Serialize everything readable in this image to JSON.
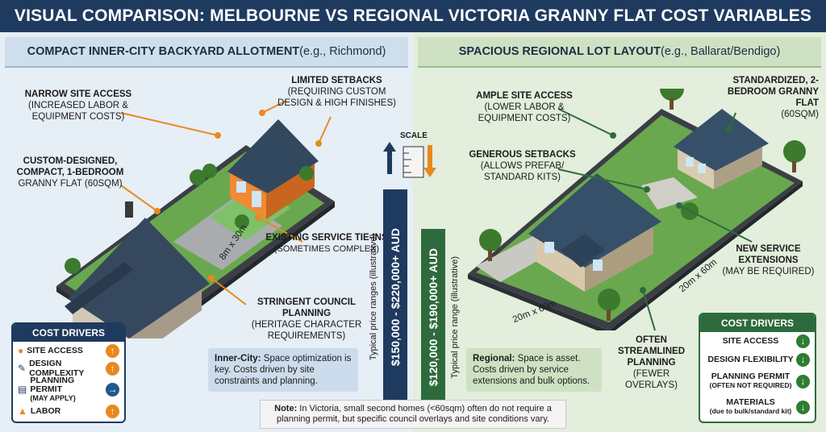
{
  "title": "VISUAL COMPARISON: MELBOURNE VS REGIONAL VICTORIA GRANNY FLAT COST VARIABLES",
  "left": {
    "heading_bold": "COMPACT INNER-CITY BACKYARD ALLOTMENT",
    "heading_rest": " (e.g., Richmond)",
    "callouts": {
      "site_access_title": "NARROW SITE ACCESS",
      "site_access_desc": "(INCREASED LABOR & EQUIPMENT COSTS)",
      "setbacks_title": "LIMITED SETBACKS",
      "setbacks_desc": "(REQUIRING CUSTOM DESIGN & HIGH FINISHES)",
      "custom_title": "CUSTOM-DESIGNED, COMPACT, 1-BEDROOM",
      "custom_desc": "GRANNY FLAT (60sqm)",
      "service_title": "EXISTING SERVICE TIE-INS",
      "service_desc": "(SOMETIMES COMPLEX)",
      "council_title": "STRINGENT COUNCIL PLANNING",
      "council_desc": "(HERITAGE CHARACTER REQUIREMENTS)"
    },
    "dimension": "8m x 30m",
    "drivers": {
      "title": "COST DRIVERS",
      "items": [
        {
          "label": "SITE ACCESS"
        },
        {
          "label": "DESIGN COMPLEXITY"
        },
        {
          "label": "PLANNING PERMIT",
          "sub": "(MAY APPLY)"
        },
        {
          "label": "LABOR"
        }
      ]
    },
    "summary_bold": "Inner-City:",
    "summary_text": " Space optimization is key. Costs driven by site constraints and planning.",
    "price_caption": "Typical price ranges (illustrative)",
    "price": "$150,000 - $220,000+ AUD"
  },
  "right": {
    "heading_bold": "SPACIOUS REGIONAL LOT LAYOUT",
    "heading_rest": " (e.g., Ballarat/Bendigo)",
    "callouts": {
      "site_access_title": "AMPLE SITE ACCESS",
      "site_access_desc": "(LOWER LABOR & EQUIPMENT COSTS)",
      "setbacks_title": "GENEROUS SETBACKS",
      "setbacks_desc": "(ALLOWS PREFAB/ STANDARD KITS)",
      "standard_title": "STANDARDIZED, 2-BEDROOM GRANNY FLAT",
      "standard_desc": "(60sqm)",
      "service_title": "NEW SERVICE EXTENSIONS",
      "service_desc": "(MAY BE REQUIRED)",
      "planning_title": "OFTEN STREAMLINED PLANNING",
      "planning_desc": "(FEWER OVERLAYS)"
    },
    "dimension_a": "20m x 60m",
    "dimension_b": "20m x 60m",
    "drivers": {
      "title": "COST DRIVERS",
      "items": [
        {
          "label": "SITE ACCESS"
        },
        {
          "label": "DESIGN FLEXIBILITY"
        },
        {
          "label": "PLANNING PERMIT",
          "sub": "(OFTEN NOT REQUIRED)"
        },
        {
          "label": "MATERIALS",
          "sub": "(due to bulk/standard kit)"
        }
      ]
    },
    "summary_bold": "Regional:",
    "summary_text": " Space is asset. Costs driven by service extensions and bulk options.",
    "price_caption": "Typical price range (illustrative)",
    "price": "$120,000 - $190,000+ AUD"
  },
  "scale_label": "SCALE",
  "note_bold": "Note:",
  "note_text": " In Victoria, small second homes (<60sqm) often do not require a planning permit, but specific council overlays and site conditions vary.",
  "colors": {
    "navy": "#1f3a5f",
    "green": "#2e6b3c",
    "orange": "#e8891e",
    "up_arrow": "#e8891e",
    "neutral_arrow": "#1f5a8a",
    "down_arrow": "#2e7d32"
  }
}
